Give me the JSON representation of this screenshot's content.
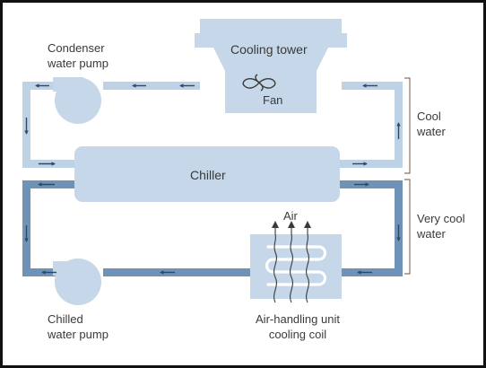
{
  "labels": {
    "condenser_pump_line1": "Condenser",
    "condenser_pump_line2": "water pump",
    "cooling_tower": "Cooling tower",
    "fan": "Fan",
    "chiller": "Chiller",
    "air": "Air",
    "chilled_pump_line1": "Chilled",
    "chilled_pump_line2": "water pump",
    "ahu_line1": "Air-handling unit",
    "ahu_line2": "cooling coil",
    "cool_water_line1": "Cool",
    "cool_water_line2": "water",
    "very_cool_line1": "Very cool",
    "very_cool_line2": "water"
  },
  "colors": {
    "equipment_fill": "#c5d7e8",
    "cool_pipe": "#bed2e5",
    "very_cool_pipe": "#6f93b8",
    "arrow": "#2f4866",
    "bracket": "#8a7568",
    "text": "#3a3a3a"
  }
}
